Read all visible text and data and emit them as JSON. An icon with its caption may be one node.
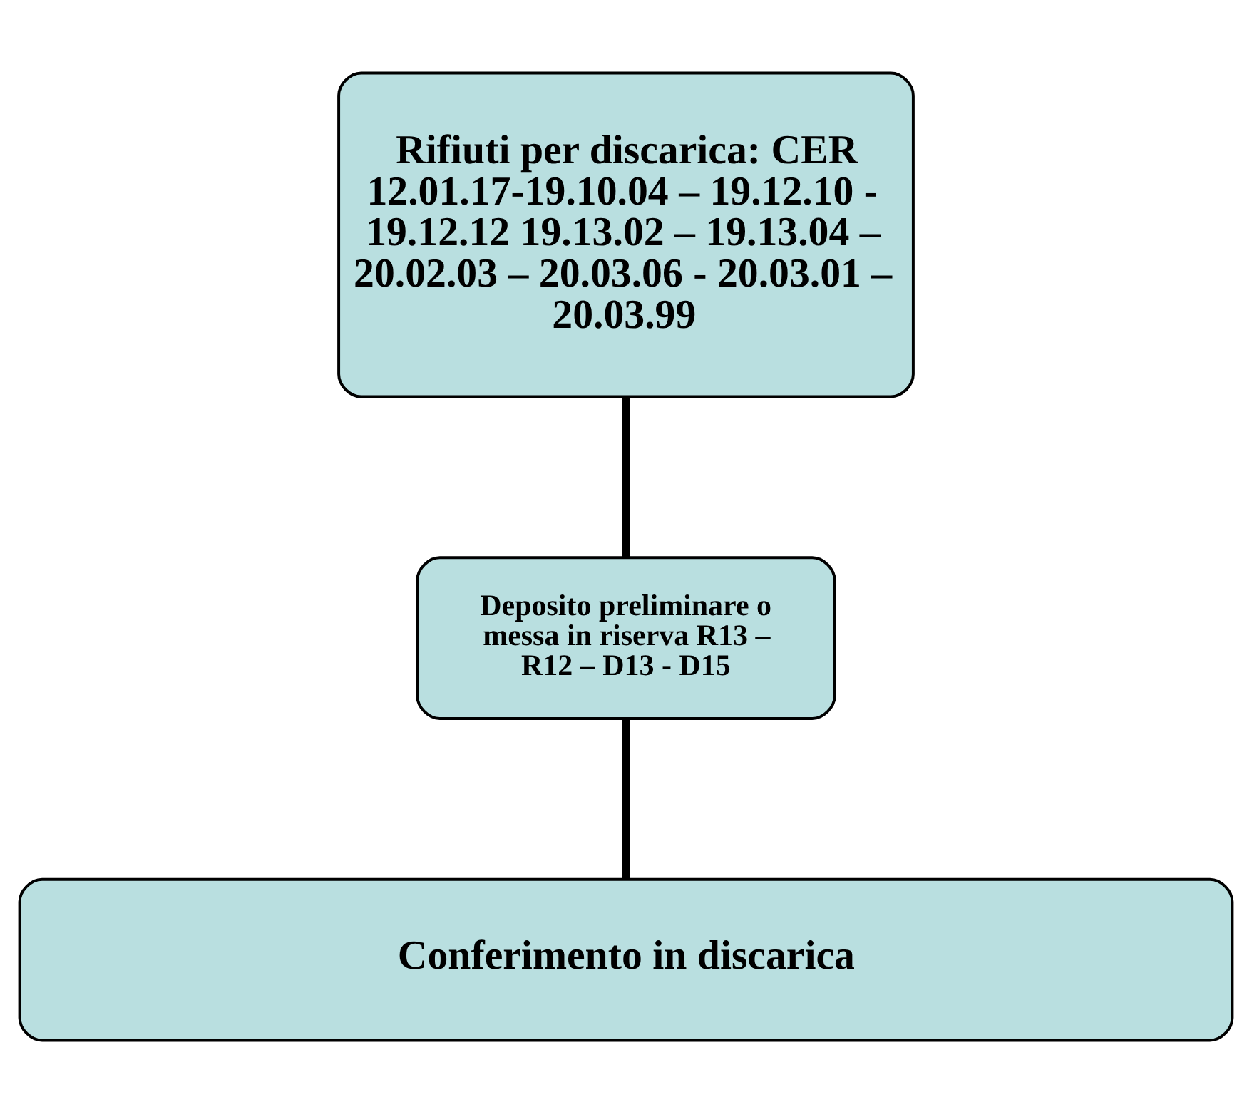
{
  "diagram": {
    "nodes": [
      {
        "text": [
          "Rifiuti per discarica: CER 12.01.17-19.10.04 – 19.12.10 - 19.12.12 19.13.02 – 19.13.04 – 20.02.03 – 20.03.06 - 20.03.01 – 20.03.99"
        ]
      },
      {
        "text": [
          "Deposito preliminare o messa in riserva R13 – R12 – D13 - D15"
        ]
      },
      {
        "text": [
          "Conferimento in discarica"
        ]
      }
    ],
    "edges": [
      {
        "from": 0,
        "to": 1,
        "arrow": "none"
      },
      {
        "from": 1,
        "to": 2,
        "arrow": "none"
      }
    ]
  }
}
